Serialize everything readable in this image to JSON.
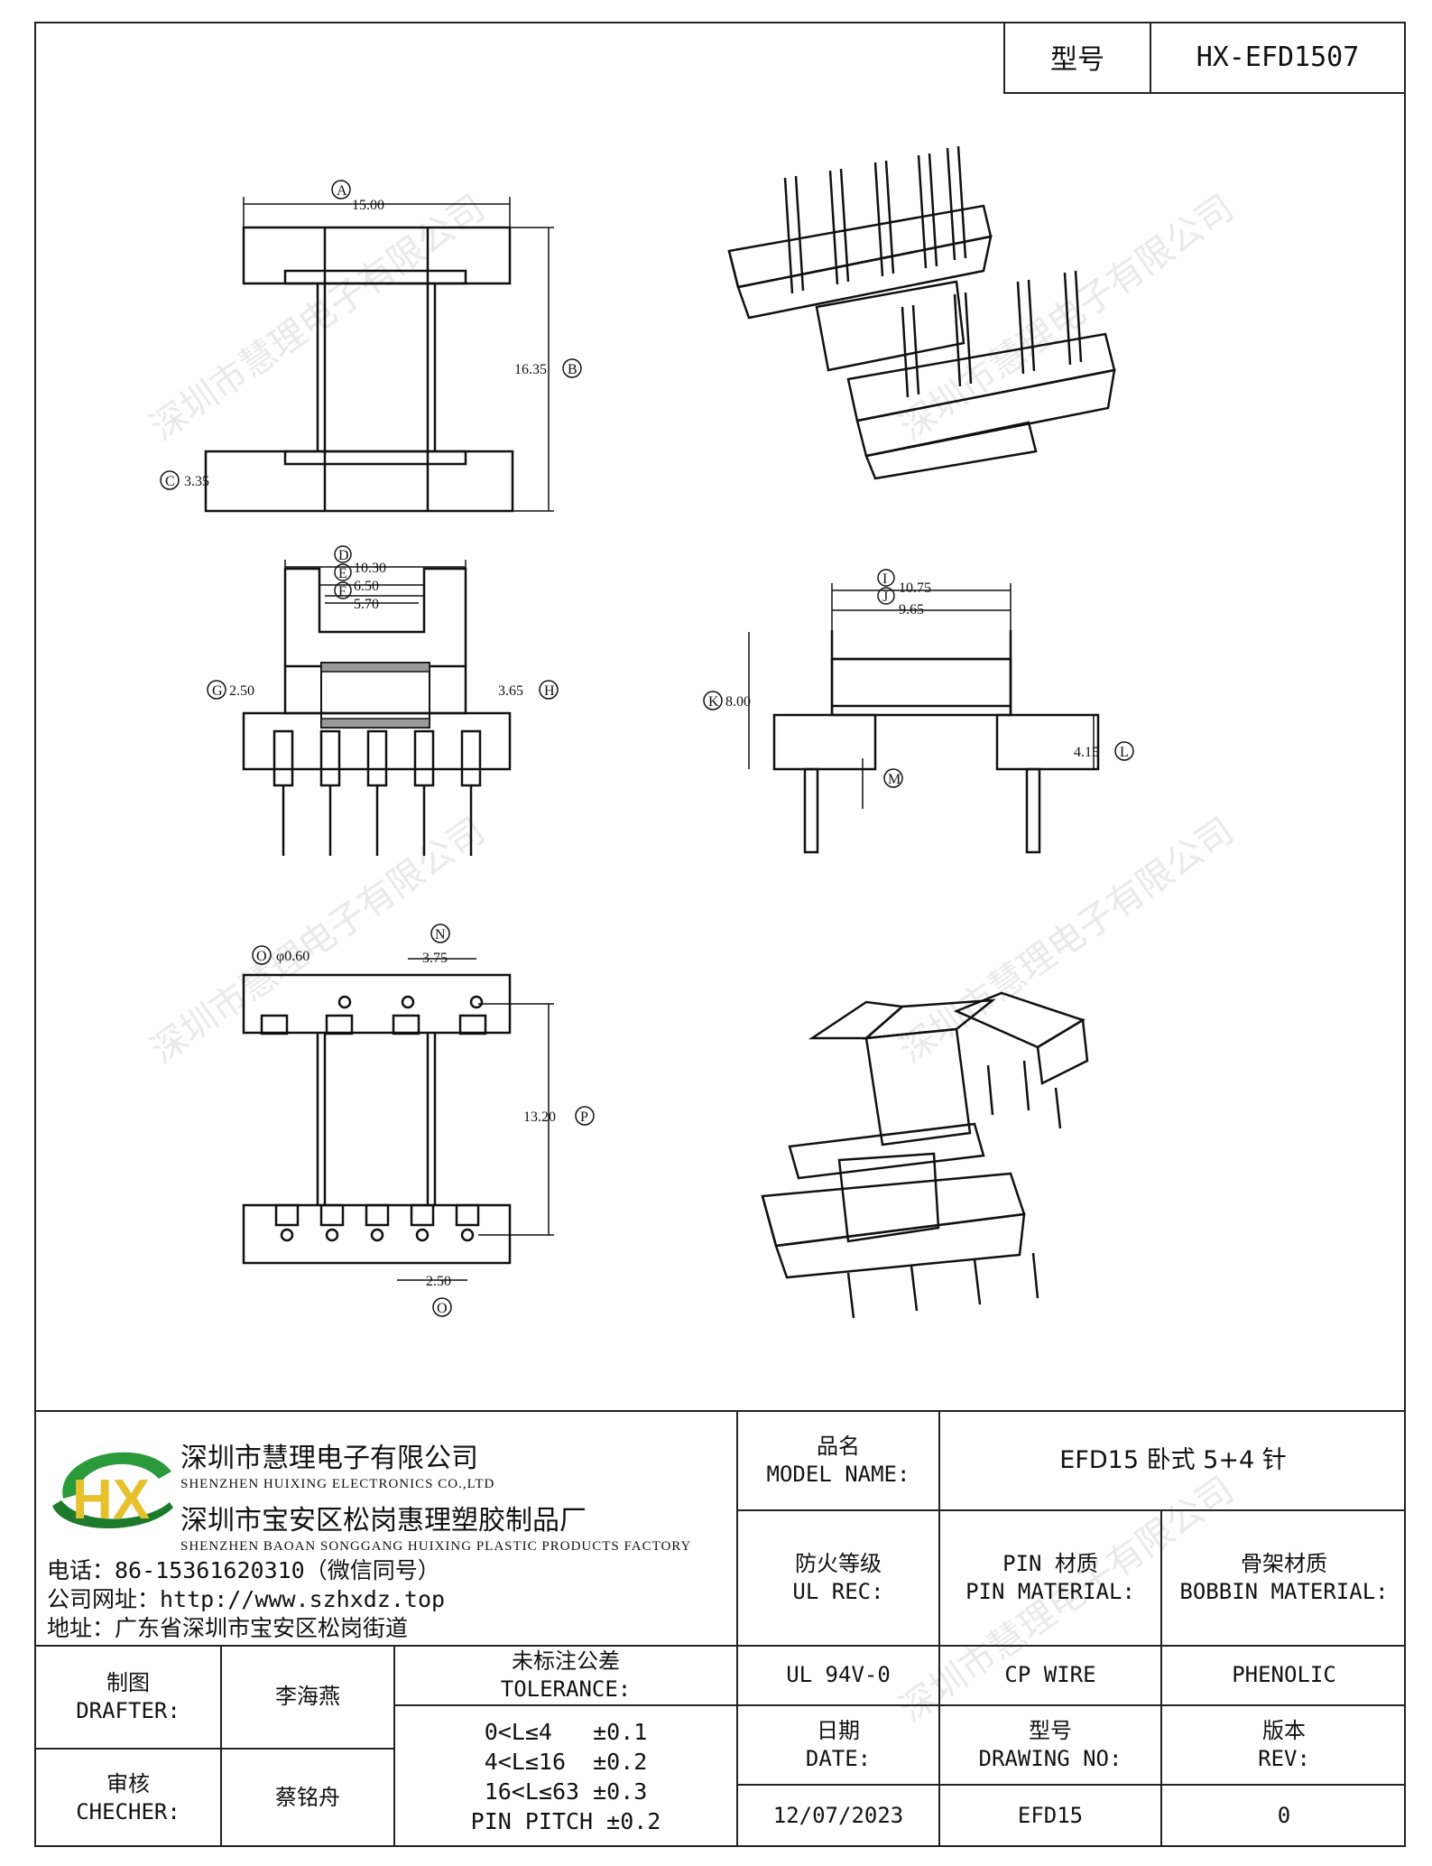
{
  "header": {
    "model_label": "型号",
    "model_value": "HX-EFD1507"
  },
  "dimensions": {
    "A": "15.00",
    "B": "16.35",
    "C": "3.35",
    "D": "10.30",
    "E": "6.50",
    "F": "5.70",
    "G": "2.50",
    "H": "3.65",
    "I": "10.75",
    "J": "9.65",
    "K": "8.00",
    "L": "4.15",
    "O1": "φ0.60",
    "N": "3.75",
    "P": "13.20",
    "O2": "2.50"
  },
  "dim_letters": [
    "A",
    "B",
    "C",
    "D",
    "E",
    "F",
    "G",
    "H",
    "I",
    "J",
    "K",
    "L",
    "M",
    "N",
    "O",
    "P",
    "O"
  ],
  "watermark": "深圳市慧理电子有限公司",
  "company": {
    "name_cn": "深圳市慧理电子有限公司",
    "name_en": "SHENZHEN HUIXING ELECTRONICS CO.,LTD",
    "factory_cn": "深圳市宝安区松岗惠理塑胶制品厂",
    "factory_en": "SHENZHEN BAOAN SONGGANG HUIXING PLASTIC PRODUCTS FACTORY",
    "phone": "电话：86-15361620310（微信同号）",
    "website": "公司网址：http://www.szhxdz.top",
    "address": "地址：广东省深圳市宝安区松岗街道",
    "logo_text": "HX"
  },
  "title_block": {
    "model_name_cn": "品名",
    "model_name_en": "MODEL NAME:",
    "model_name_value": "EFD15 卧式 5+4 针",
    "ul_cn": "防火等级",
    "ul_en": "UL REC:",
    "pin_cn": "PIN 材质",
    "pin_en": "PIN MATERIAL:",
    "bobbin_cn": "骨架材质",
    "bobbin_en": "BOBBIN MATERIAL:",
    "ul_value": "UL 94V-0",
    "pin_value": "CP WIRE",
    "bobbin_value": "PHENOLIC",
    "drafter_cn": "制图",
    "drafter_en": "DRAFTER:",
    "drafter_value": "李海燕",
    "checker_cn": "审核",
    "checker_en": "CHECHER:",
    "checker_value": "蔡铭舟",
    "tol_cn": "未标注公差",
    "tol_en": "TOLERANCE:",
    "tol_lines": [
      "0<L≤4   ±0.1",
      "4<L≤16  ±0.2",
      "16<L≤63 ±0.3",
      "PIN PITCH ±0.2"
    ],
    "date_cn": "日期",
    "date_en": "DATE:",
    "drawing_no_cn": "型号",
    "drawing_no_en": "DRAWING NO:",
    "rev_cn": "版本",
    "rev_en": "REV:",
    "date_value": "12/07/2023",
    "drawing_no_value": "EFD15",
    "rev_value": "0"
  }
}
